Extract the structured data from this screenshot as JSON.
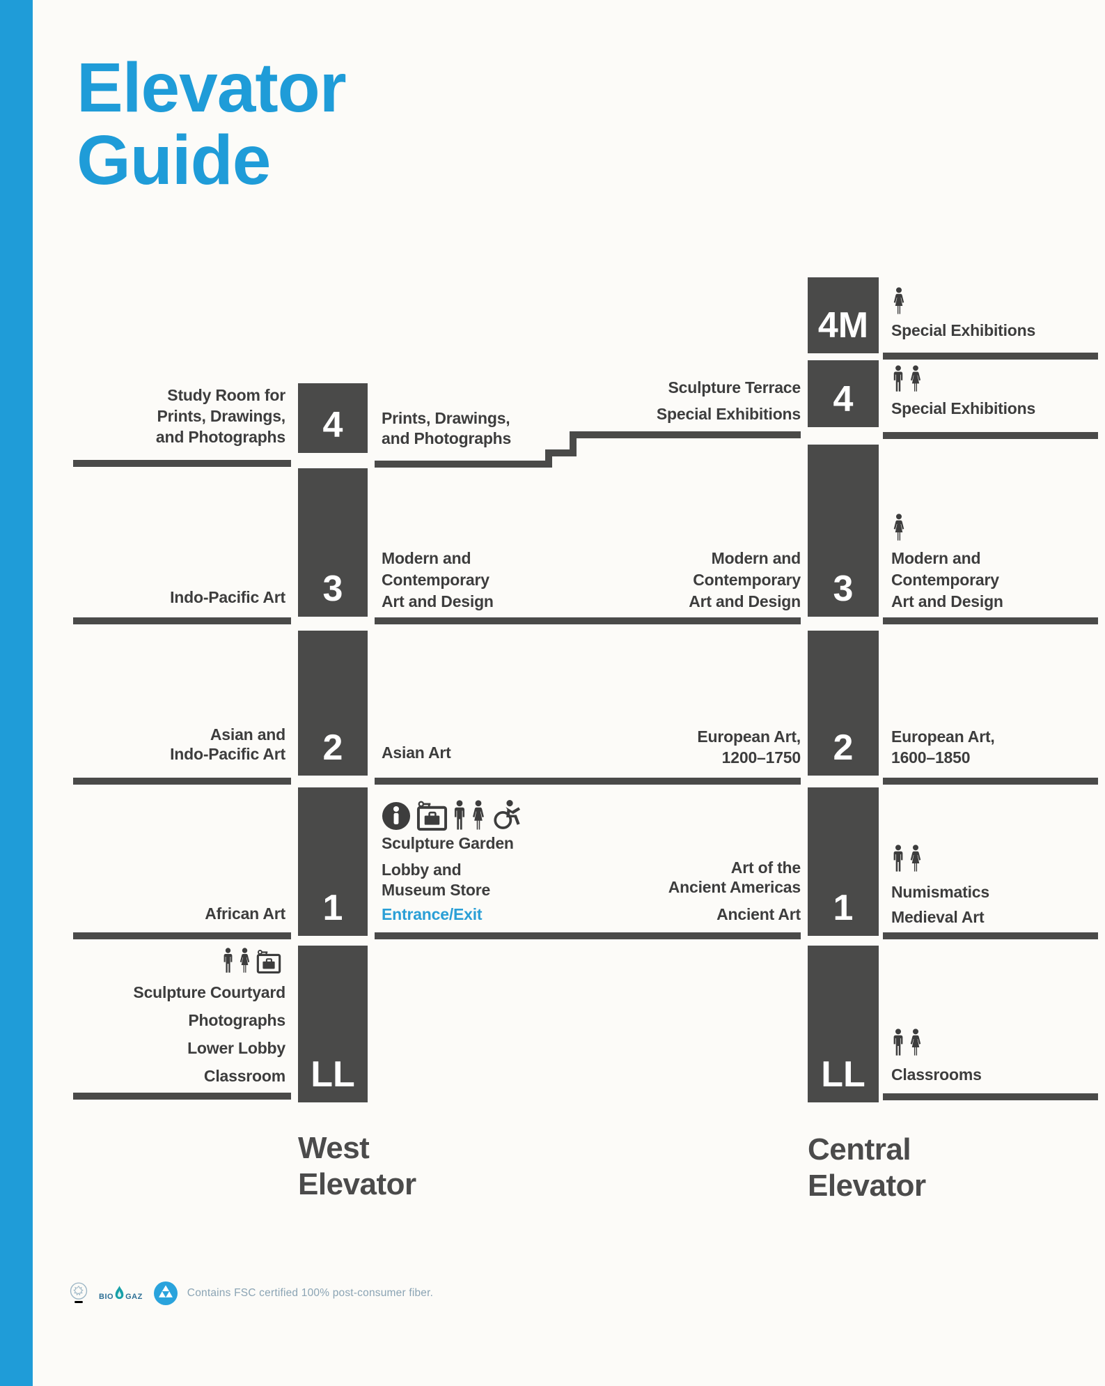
{
  "title": {
    "text": "Elevator\nGuide"
  },
  "west": {
    "label": "West\nElevator",
    "floors": {
      "f4": {
        "num": "4",
        "left_label": "Study Room for\nPrints, Drawings,\nand Photographs",
        "right_label": "Prints, Drawings,\nand Photographs"
      },
      "f3": {
        "num": "3",
        "left_label": "Indo-Pacific Art",
        "right_label": "Modern and\nContemporary\nArt and Design"
      },
      "f2": {
        "num": "2",
        "left_label": "Asian and\nIndo-Pacific Art",
        "right_label": "Asian Art"
      },
      "f1": {
        "num": "1",
        "left_label": "African Art",
        "sculpture_garden": "Sculpture Garden",
        "lobby": "Lobby and\nMuseum Store",
        "entrance": "Entrance/Exit"
      },
      "ll": {
        "num": "LL",
        "left_label": "Sculpture Courtyard\nPhotographs\nLower Lobby\nClassroom"
      }
    }
  },
  "central": {
    "label": "Central\nElevator",
    "floors": {
      "f4m": {
        "num": "4M",
        "right_label": "Special Exhibitions"
      },
      "f4": {
        "num": "4",
        "left_label": "Sculpture Terrace\nSpecial Exhibitions",
        "right_label": "Special Exhibitions"
      },
      "f3": {
        "num": "3",
        "left_label": "Modern and\nContemporary\nArt and Design",
        "right_label": "Modern and\nContemporary\nArt and Design"
      },
      "f2": {
        "num": "2",
        "left_label": "European Art,\n1200–1750",
        "right_label": "European Art,\n1600–1850"
      },
      "f1": {
        "num": "1",
        "left_label": "Art of the\nAncient Americas",
        "left_label2": "Ancient Art",
        "right_label": "Numismatics\nMedieval Art"
      },
      "ll": {
        "num": "LL",
        "right_label": "Classrooms"
      }
    }
  },
  "footer": {
    "biogaz_label_left": "BIO",
    "biogaz_label_right": "GAZ",
    "fsc_text": "Contains FSC certified 100% post-consumer fiber."
  },
  "colors": {
    "accent_blue": "#1f9cd8",
    "block_gray": "#4a4a49",
    "text_dark": "#3d3d3d",
    "footer_blue": "#8ba4b4"
  }
}
